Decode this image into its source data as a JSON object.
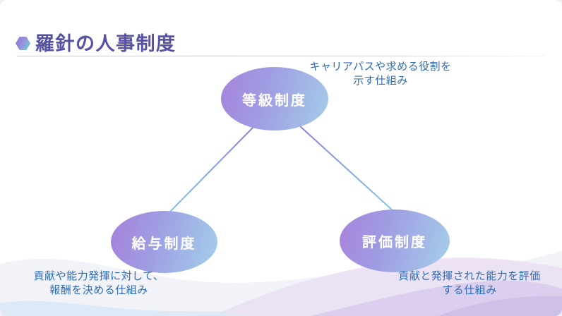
{
  "slide": {
    "title": "羅針の人事制度"
  },
  "diagram": {
    "nodes": {
      "grade": {
        "label": "等級制度"
      },
      "salary": {
        "label": "給与制度"
      },
      "evaluation": {
        "label": "評価制度"
      }
    },
    "annotations": {
      "grade": {
        "line1": "キャリアパスや求める役割を",
        "line2": "示す仕組み"
      },
      "salary": {
        "line1": "貢献や能力発揮に対して、",
        "line2": "報酬を決める仕組み"
      },
      "evaluation": {
        "line1": "貢献と発揮された能力を評価",
        "line2": "する仕組み"
      }
    }
  },
  "colors": {
    "title_text": "#5751a3",
    "annotation_text": "#2e6cb8",
    "node_gradient_start": "#a687dd",
    "node_gradient_end": "#a4c8e8",
    "node_label_text": "#ffffff",
    "connector_purple": "#8f7ee3",
    "connector_blue": "#7fc6e8",
    "hexagon_gradient_start": "#8b7fd8",
    "hexagon_gradient_end": "#72c6db",
    "wave_light_blue": "#eaf0f8",
    "wave_light_pink": "#eadef3",
    "wave_lavender": "#d7c9ec",
    "wave_corner_blue": "#dce8f6"
  }
}
